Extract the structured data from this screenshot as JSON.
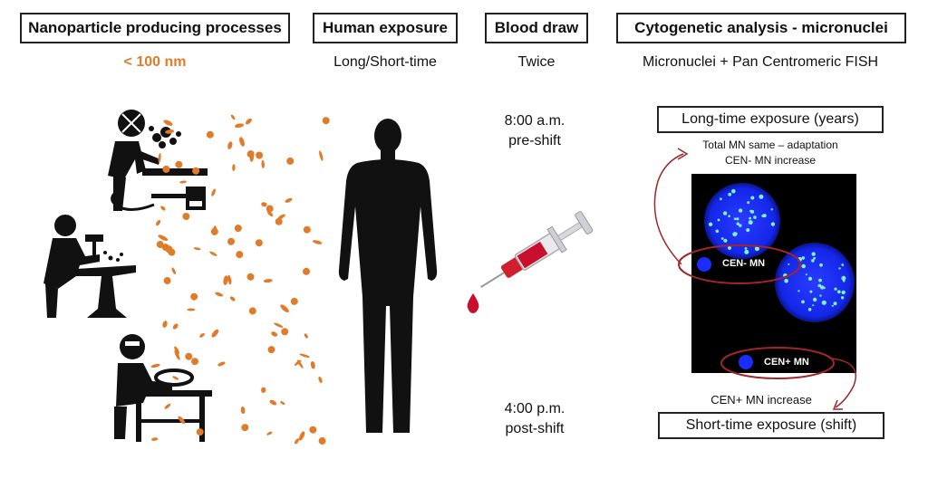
{
  "headers": {
    "nanoparticle": "Nanoparticle producing processes",
    "exposure": "Human exposure",
    "blood": "Blood draw",
    "cyto": "Cytogenetic analysis - micronuclei"
  },
  "subtitles": {
    "size": "< 100 nm",
    "duration": "Long/Short-time",
    "frequency": "Twice",
    "method": "Micronuclei + Pan Centromeric FISH"
  },
  "times": {
    "morning": "8:00 a.m.",
    "morning_label": "pre-shift",
    "afternoon": "4:00 p.m.",
    "afternoon_label": "post-shift"
  },
  "analysis": {
    "long_box": "Long-time exposure (years)",
    "long_note1": "Total MN same – adaptation",
    "long_note2": "CEN- MN increase",
    "cen_minus": "CEN- MN",
    "cen_plus": "CEN+ MN",
    "short_note": "CEN+ MN increase",
    "short_box": "Short-time exposure (shift)"
  },
  "colors": {
    "particle": "#e07b2a",
    "nucleus": "#1a2cff",
    "signal": "#7ff0d0",
    "ellipse": "#a0262a",
    "blood": "#c8102e"
  },
  "icons": [
    "welder-icon",
    "blacksmith-icon",
    "grinder-worker-icon",
    "human-silhouette-icon",
    "syringe-icon",
    "blood-drop-icon"
  ]
}
